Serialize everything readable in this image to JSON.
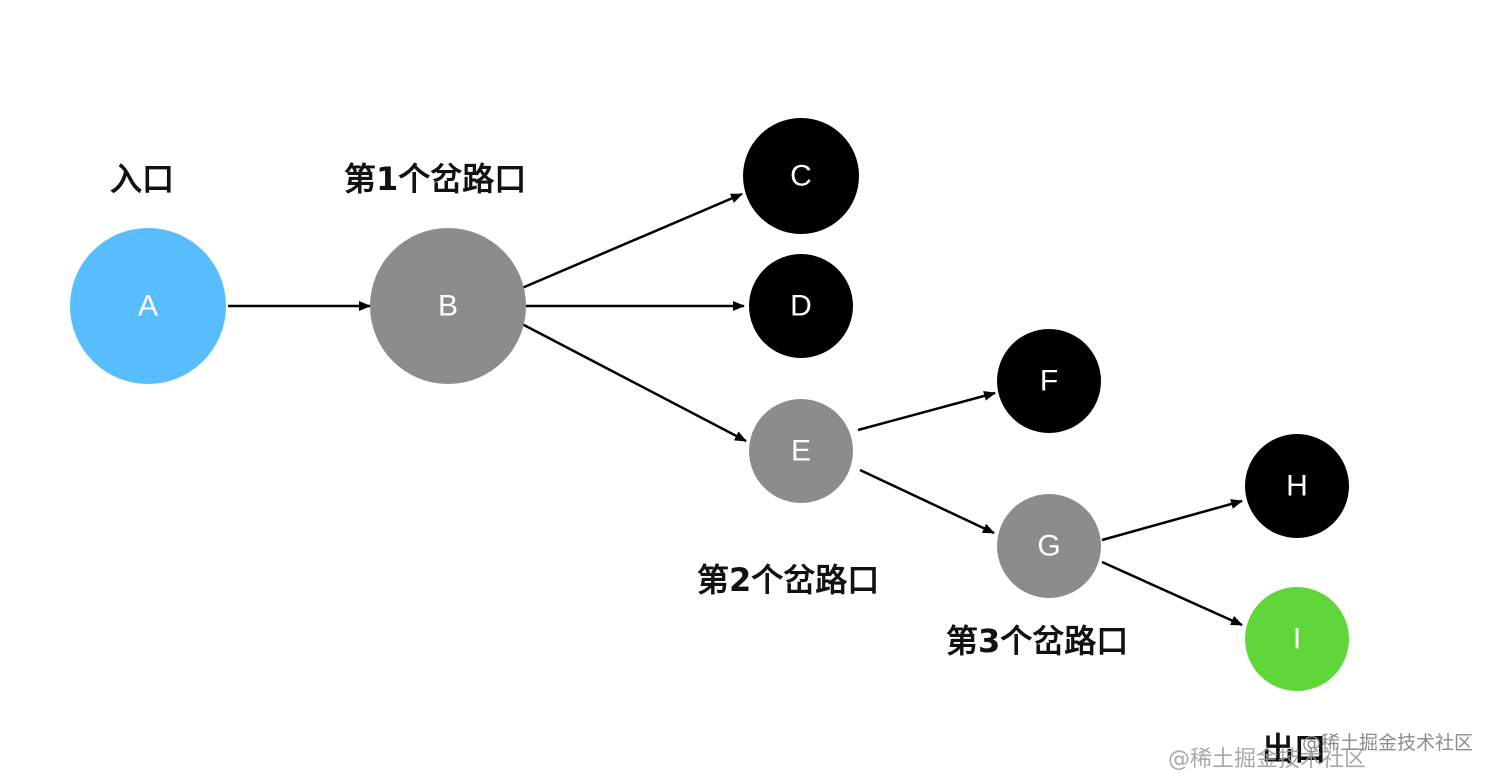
{
  "captions": {
    "entrance": "入口",
    "fork_1": "第1个岔路口",
    "fork_2": "第2个岔路口",
    "fork_3": "第3个岔路口",
    "exit": "出口"
  },
  "nodes": [
    {
      "id": "A",
      "label": "A",
      "color": "#58bdfc"
    },
    {
      "id": "B",
      "label": "B",
      "color": "#8c8c8c"
    },
    {
      "id": "C",
      "label": "C",
      "color": "#000000"
    },
    {
      "id": "D",
      "label": "D",
      "color": "#000000"
    },
    {
      "id": "E",
      "label": "E",
      "color": "#8c8c8c"
    },
    {
      "id": "F",
      "label": "F",
      "color": "#000000"
    },
    {
      "id": "G",
      "label": "G",
      "color": "#8c8c8c"
    },
    {
      "id": "H",
      "label": "H",
      "color": "#000000"
    },
    {
      "id": "I",
      "label": "I",
      "color": "#5fd63a"
    }
  ],
  "edges": [
    {
      "from": "A",
      "to": "B"
    },
    {
      "from": "B",
      "to": "C"
    },
    {
      "from": "B",
      "to": "D"
    },
    {
      "from": "B",
      "to": "E"
    },
    {
      "from": "E",
      "to": "F"
    },
    {
      "from": "E",
      "to": "G"
    },
    {
      "from": "G",
      "to": "H"
    },
    {
      "from": "G",
      "to": "I"
    }
  ],
  "watermarks": {
    "primary": "@稀土掘金技术社区",
    "secondary": "@稀土掘金技术社区"
  }
}
